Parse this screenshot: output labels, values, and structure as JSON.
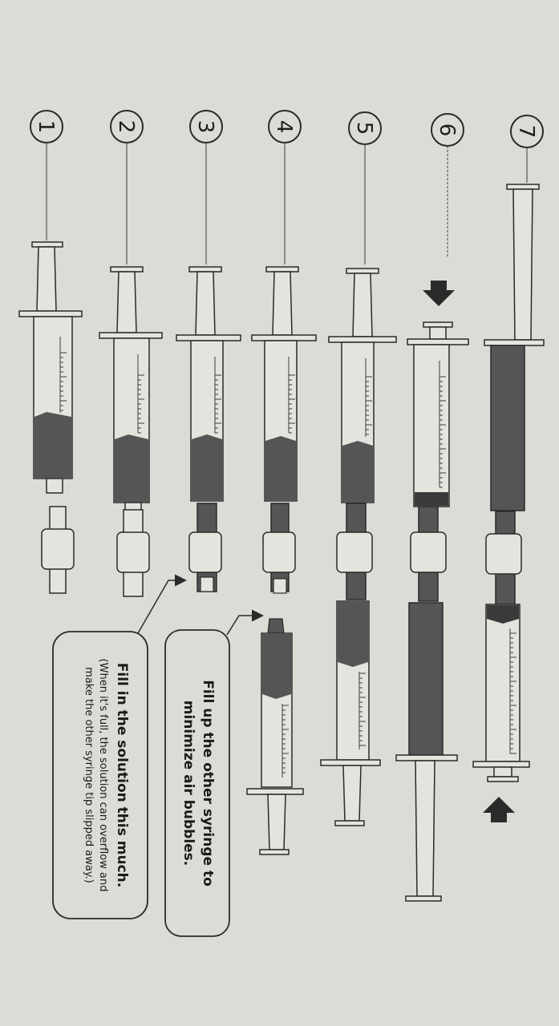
{
  "steps": [
    {
      "number": "1"
    },
    {
      "number": "2"
    },
    {
      "number": "3"
    },
    {
      "number": "4"
    },
    {
      "number": "5"
    },
    {
      "number": "6"
    },
    {
      "number": "7"
    }
  ],
  "notes": {
    "fill_amount": {
      "title": "Fill in the solution this much.",
      "detail_line1": "(When it's full, the solution can overflow and",
      "detail_line2": "make the other syringe tip slipped away.)"
    },
    "fill_other": {
      "line1": "Fill up the other syringe to",
      "line2": "minimize air bubbles."
    }
  },
  "colors": {
    "background": "#dcdcd6",
    "line": "#2a2a2a",
    "liquid": "#555555",
    "liquid_dark": "#3a3a3a",
    "barrel": "#e4e4de"
  }
}
